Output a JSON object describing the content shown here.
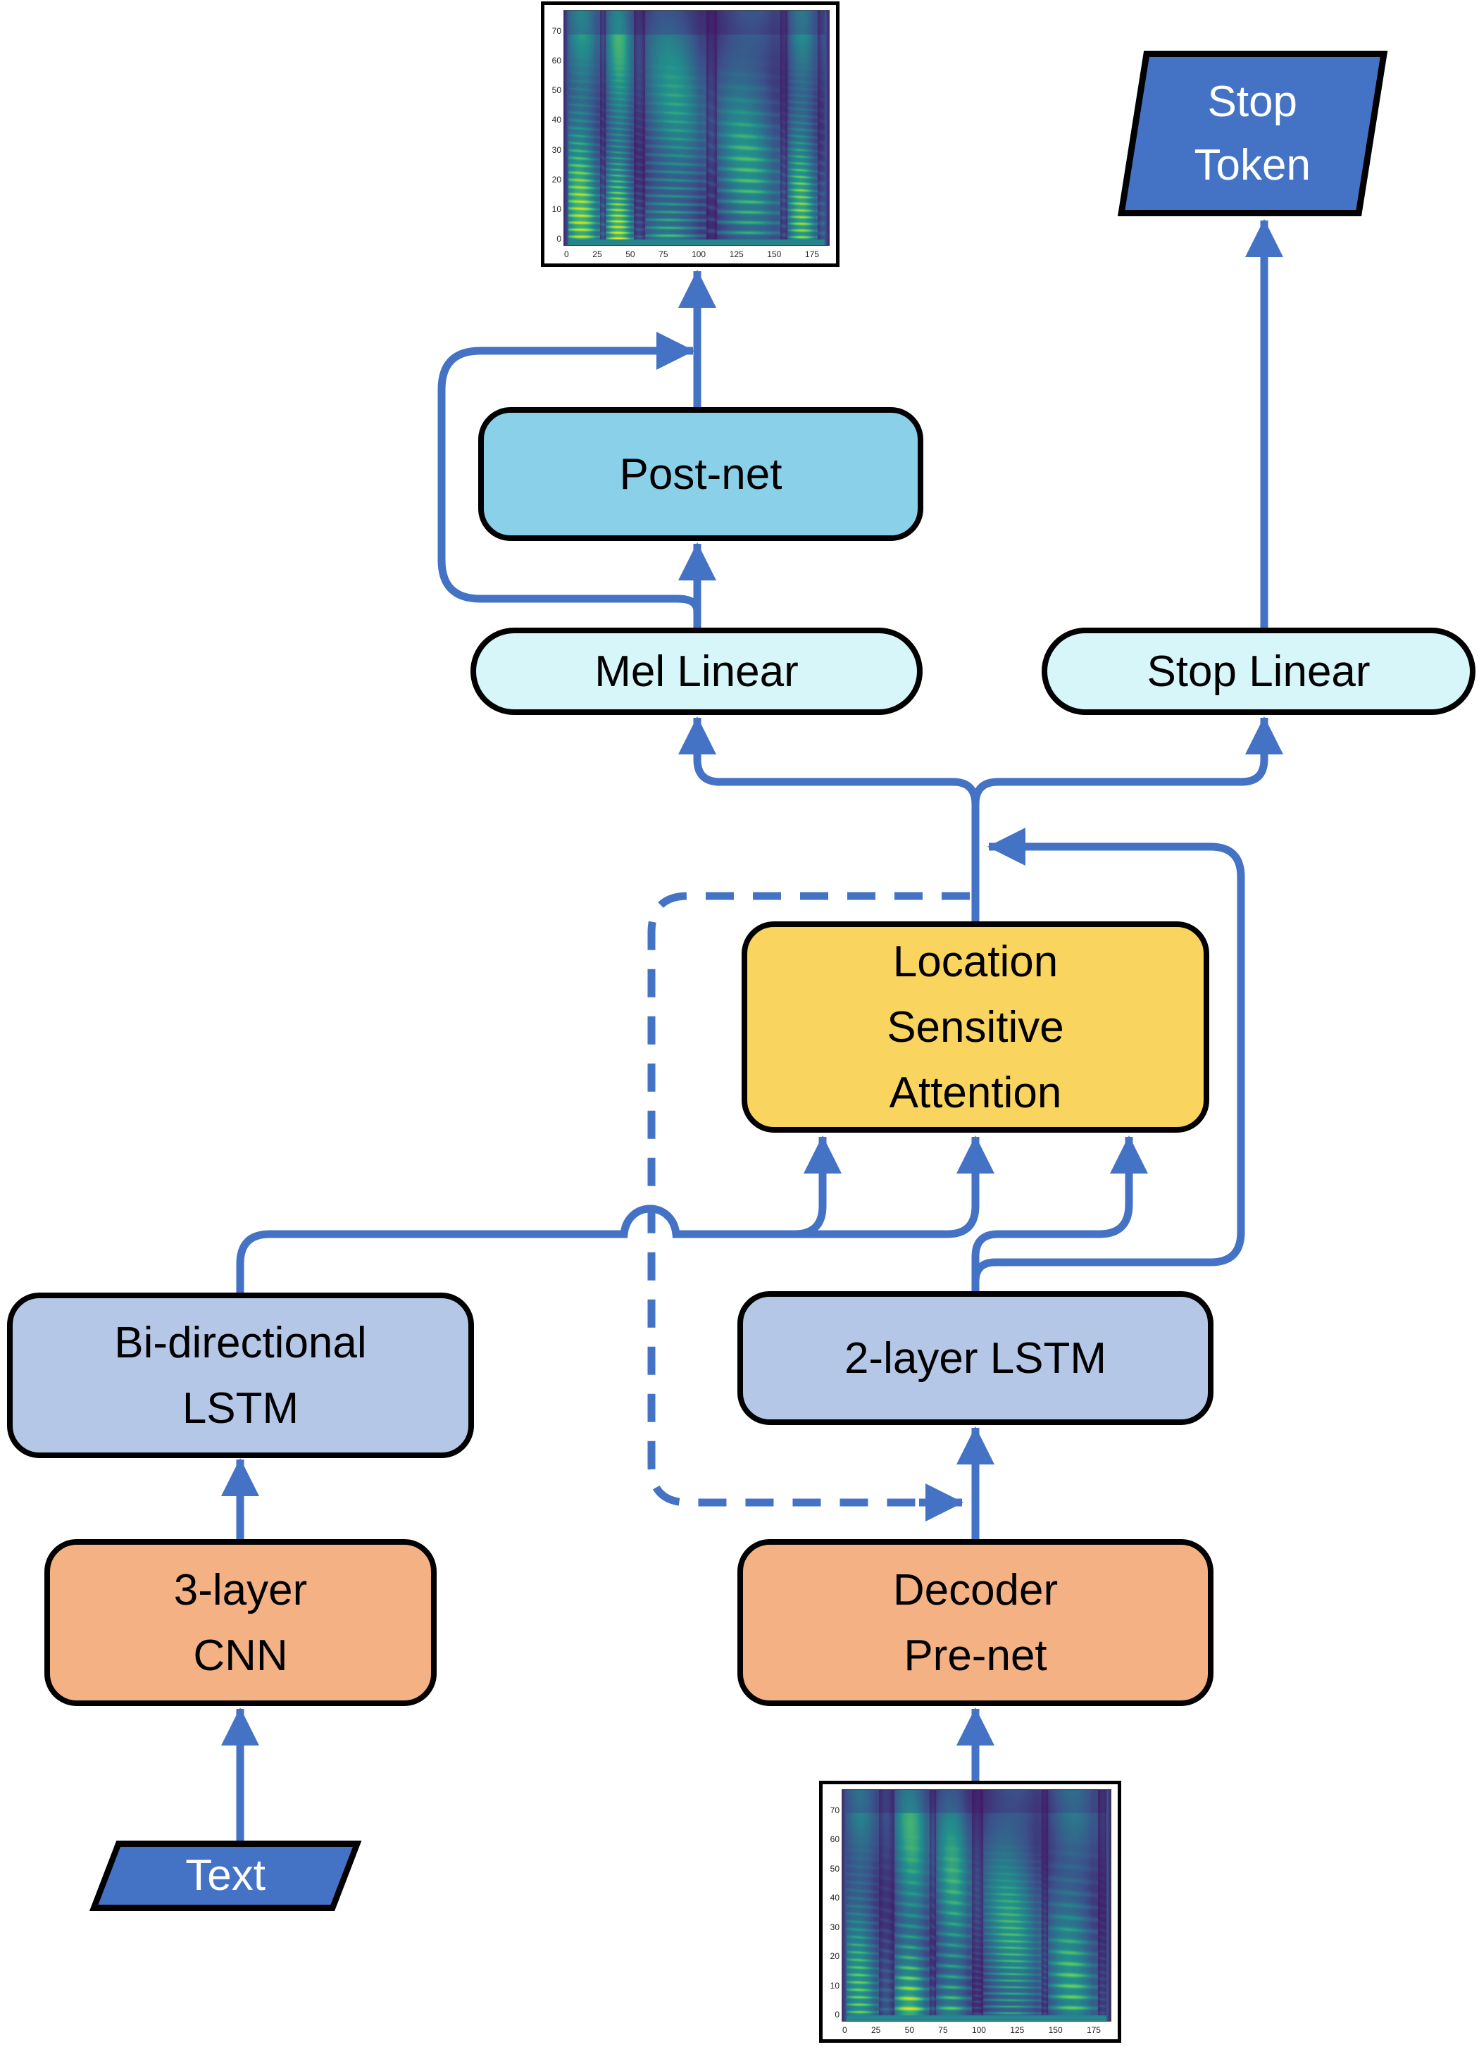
{
  "colors": {
    "connector": "#4472C4",
    "ioFill": "#4472C4",
    "ioText": "#FFFFFF",
    "postnetFill": "#8BD0E9",
    "linearFill": "#D7F6FA",
    "attentionFill": "#F9D45F",
    "lstmFill": "#B4C7E7",
    "convFill": "#F4B183",
    "border": "#000000",
    "background": "#FFFFFF"
  },
  "nodes": {
    "stopToken": {
      "lines": [
        "Stop",
        "Token"
      ]
    },
    "postNet": {
      "label": "Post-net"
    },
    "melLinear": {
      "label": "Mel Linear"
    },
    "stopLinear": {
      "label": "Stop Linear"
    },
    "attention": {
      "lines": [
        "Location",
        "Sensitive",
        "Attention"
      ]
    },
    "biLstm": {
      "lines": [
        "Bi-directional",
        "LSTM"
      ]
    },
    "decoderLstm": {
      "label": "2-layer LSTM"
    },
    "cnn": {
      "lines": [
        "3-layer",
        "CNN"
      ]
    },
    "preNet": {
      "lines": [
        "Decoder",
        "Pre-net"
      ]
    },
    "textInput": {
      "label": "Text"
    }
  },
  "spectrograms": {
    "top": {
      "xTicks": [
        "0",
        "25",
        "50",
        "75",
        "100",
        "125",
        "150",
        "175"
      ],
      "yTicks": [
        "70",
        "60",
        "50",
        "40",
        "30",
        "20",
        "10",
        "0"
      ]
    },
    "bottom": {
      "xTicks": [
        "0",
        "25",
        "50",
        "75",
        "100",
        "125",
        "150",
        "175"
      ],
      "yTicks": [
        "70",
        "60",
        "50",
        "40",
        "30",
        "20",
        "10",
        "0"
      ]
    }
  }
}
